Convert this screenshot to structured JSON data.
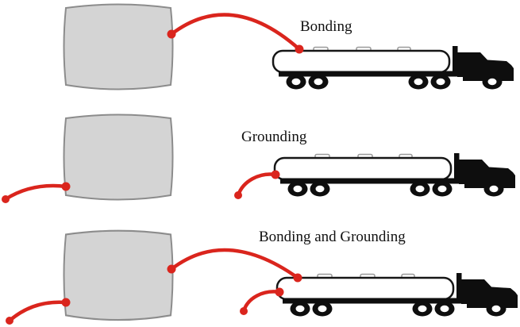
{
  "diagram": {
    "rows": [
      {
        "label": "Bonding",
        "equipment": [
          "storage-tank",
          "tanker-truck"
        ],
        "cables": [
          "bonding-cable-tank-to-truck"
        ]
      },
      {
        "label": "Grounding",
        "equipment": [
          "storage-tank",
          "tanker-truck"
        ],
        "cables": [
          "ground-cable-from-tank",
          "ground-cable-from-truck"
        ]
      },
      {
        "label": "Bonding and Grounding",
        "equipment": [
          "storage-tank",
          "tanker-truck"
        ],
        "cables": [
          "bonding-cable-tank-to-truck",
          "ground-cable-from-tank",
          "ground-cable-from-truck"
        ]
      }
    ],
    "colors": {
      "cable_red": "#da251d",
      "tank_fill": "#d4d4d4",
      "tank_stroke": "#8c8c8c",
      "truck_black": "#0e0e0e",
      "trailer_fill": "#ffffff",
      "label_text": "#111111",
      "background": "#ffffff"
    }
  }
}
